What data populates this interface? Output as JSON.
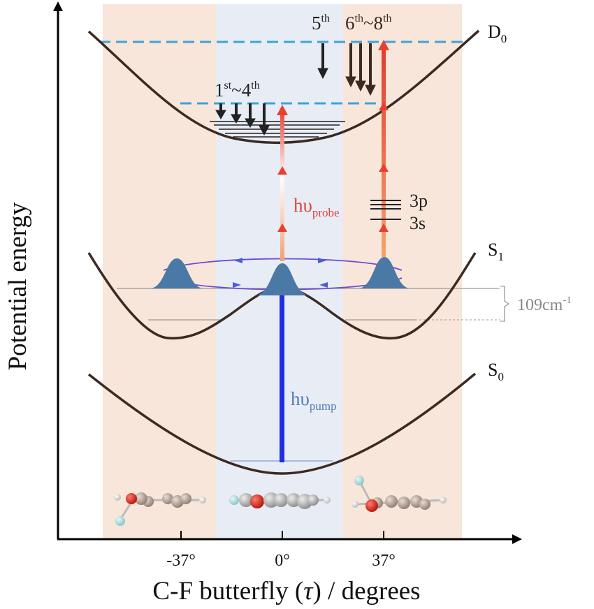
{
  "axes": {
    "y_label": "Potential energy",
    "x_label_prefix": "C-F butterfly (",
    "x_label_symbol": "τ",
    "x_label_suffix": ") / degrees",
    "ticks": [
      "-37°",
      "0°",
      "37°"
    ]
  },
  "states": {
    "d0": {
      "base": "D",
      "sub": "0"
    },
    "s1": {
      "base": "S",
      "sub": "1"
    },
    "s0": {
      "base": "S",
      "sub": "0"
    }
  },
  "photons": {
    "probe": {
      "base": "hυ",
      "sub": "probe"
    },
    "pump": {
      "base": "hυ",
      "sub": "pump"
    }
  },
  "arrow_groups": {
    "first_fourth": {
      "n1": "1",
      "s1": "st",
      "tilde": "~",
      "n2": "4",
      "s2": "th"
    },
    "fifth": {
      "n1": "5",
      "s1": "th"
    },
    "sixth_eighth": {
      "n1": "6",
      "s1": "th",
      "tilde": "~",
      "n2": "8",
      "s2": "th"
    }
  },
  "rydberg": {
    "p": "3p",
    "s": "3s"
  },
  "barrier": {
    "value": "109cm",
    "exp": "-1"
  },
  "colors": {
    "side_region": "#f9e6da",
    "center_region": "#e8ecf5",
    "curve": "#3a2a22",
    "dashed": "#3fa3d6",
    "probe_text": "#e0443a",
    "pump_text": "#4f7ab8",
    "pump_arrow": "#1f2fe0",
    "wavepacket": "#4a79a6",
    "gray_text": "#888888"
  }
}
